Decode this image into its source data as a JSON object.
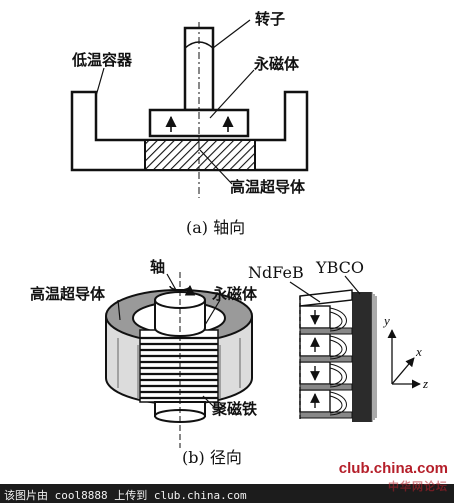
{
  "axial": {
    "labels": {
      "rotor": "转子",
      "cryostat": "低温容器",
      "permanent_magnet": "永磁体",
      "hts": "高温超导体"
    },
    "caption": "(a) 轴向"
  },
  "radial": {
    "labels": {
      "shaft": "轴",
      "hts": "高温超导体",
      "permanent_magnet": "永磁体",
      "iron": "聚磁铁",
      "ndfeb": "NdFeB",
      "ybco": "YBCO"
    },
    "axes": {
      "y": "y",
      "x": "x",
      "z": "z"
    },
    "caption": "(b) 径向"
  },
  "footer": {
    "text": "该图片由 cool8888 上传到 club.china.com",
    "watermark_domain": "club.china.com",
    "watermark_sub": "中华网论坛"
  }
}
